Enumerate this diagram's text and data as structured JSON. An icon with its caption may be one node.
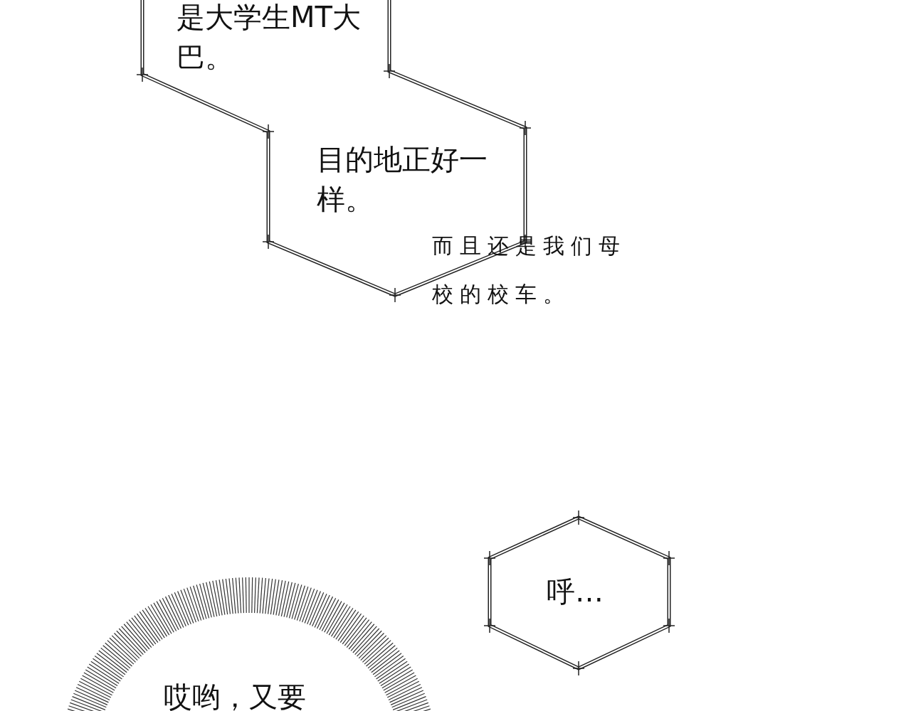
{
  "diagram": {
    "nodes": [
      {
        "text": [
          "是大学生MT大巴。",
          "目的地正好一样。"
        ]
      },
      {
        "text": [
          "呼…"
        ]
      },
      {
        "text": [
          "哎哟，又要"
        ]
      }
    ],
    "labels": [
      "而且还是我们母校的校车。"
    ]
  }
}
